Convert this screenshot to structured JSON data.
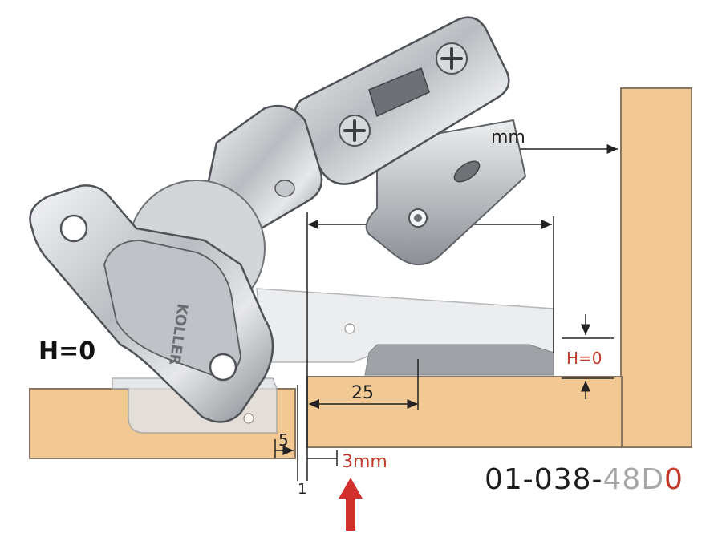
{
  "labels": {
    "h_zero_large": "H=0",
    "h_zero_small": "H=0",
    "dim_25": "25",
    "dim_5": "5",
    "dim_1": "1",
    "dim_3mm": "3mm",
    "dim_mm_top": "mm",
    "hinge_brand": "KOLLER"
  },
  "model_number": {
    "part1": "01-038-",
    "part2": "48D",
    "part3": "0"
  },
  "colors": {
    "wood": "#f2c893",
    "wood_edge": "#8a7560",
    "dimension_line": "#222222",
    "arrow_red": "#d0312d",
    "metal": "#c9ccd0",
    "metal_dark": "#7d8187"
  }
}
